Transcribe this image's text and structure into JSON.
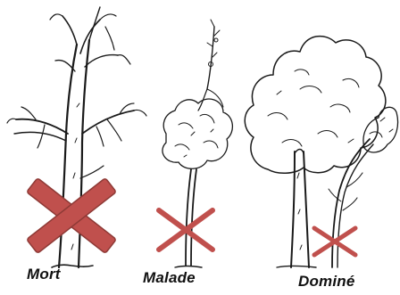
{
  "labels": {
    "dead": "Mort",
    "sick": "Malade",
    "dominated": "Dominé"
  },
  "colors": {
    "ink": "#1a1a1a",
    "cross": "#c0504d",
    "cross_dark": "#8e3a36",
    "background": "#ffffff"
  }
}
